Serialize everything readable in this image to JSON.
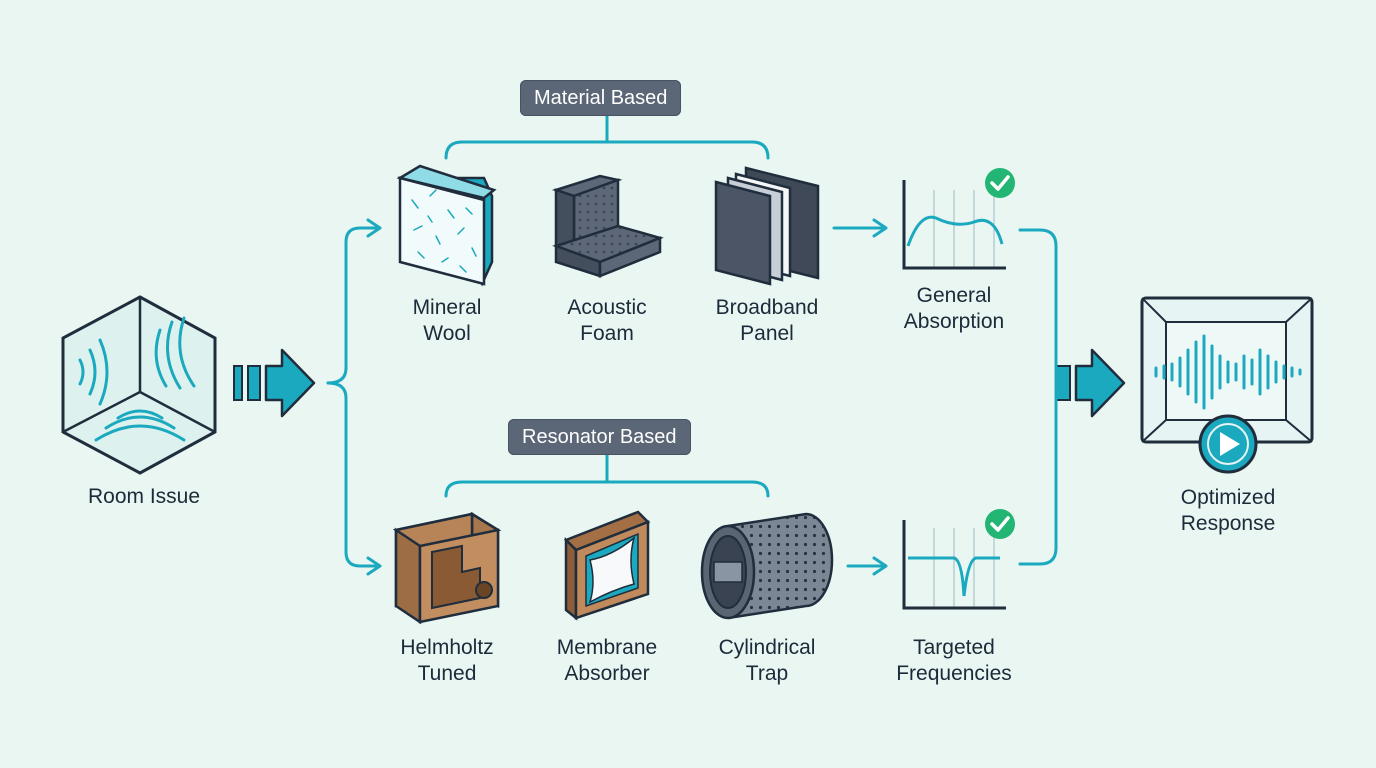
{
  "source": {
    "label": "Room Issue"
  },
  "groups": {
    "material": {
      "title": "Material Based"
    },
    "resonator": {
      "title": "Resonator Based"
    }
  },
  "materials": [
    {
      "line1": "Mineral",
      "line2": "Wool"
    },
    {
      "line1": "Acoustic",
      "line2": "Foam"
    },
    {
      "line1": "Broadband",
      "line2": "Panel"
    }
  ],
  "resonators": [
    {
      "line1": "Helmholtz",
      "line2": "Tuned"
    },
    {
      "line1": "Membrane",
      "line2": "Absorber"
    },
    {
      "line1": "Cylindrical",
      "line2": "Trap"
    }
  ],
  "outcomes": {
    "general": {
      "line1": "General",
      "line2": "Absorption"
    },
    "targeted": {
      "line1": "Targeted",
      "line2": "Frequencies"
    }
  },
  "result": {
    "line1": "Optimized",
    "line2": "Response"
  },
  "colors": {
    "accent": "#1ba9bf",
    "dark": "#1f2d3d",
    "check": "#22b573",
    "pill": "#5b6676",
    "background": "#eaf6f2"
  }
}
